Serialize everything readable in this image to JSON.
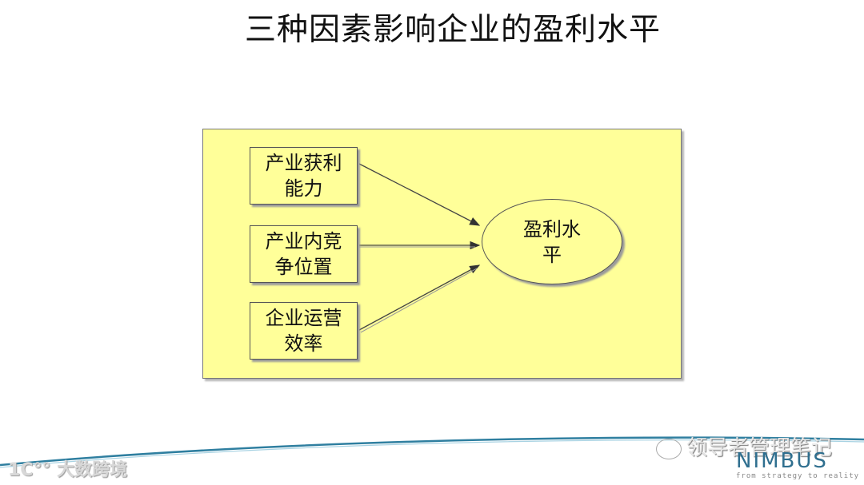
{
  "slide": {
    "title": "三种因素影响企业的盈利水平"
  },
  "diagram": {
    "factors": [
      {
        "label": "产业获利能力"
      },
      {
        "label": "产业内竞争位置"
      },
      {
        "label": "企业运营效率"
      }
    ],
    "outcome": {
      "label": "盈利水平"
    },
    "colors": {
      "panel_fill": "#ffff99",
      "arrow": "#333333",
      "border": "#555555"
    }
  },
  "footer": {
    "watermark_left": "大数跨境",
    "watermark_right": "领导者管理笔记",
    "logo": "NIMBUS",
    "tagline": "from strategy to reality",
    "curve_color": "#2f7fa0"
  }
}
